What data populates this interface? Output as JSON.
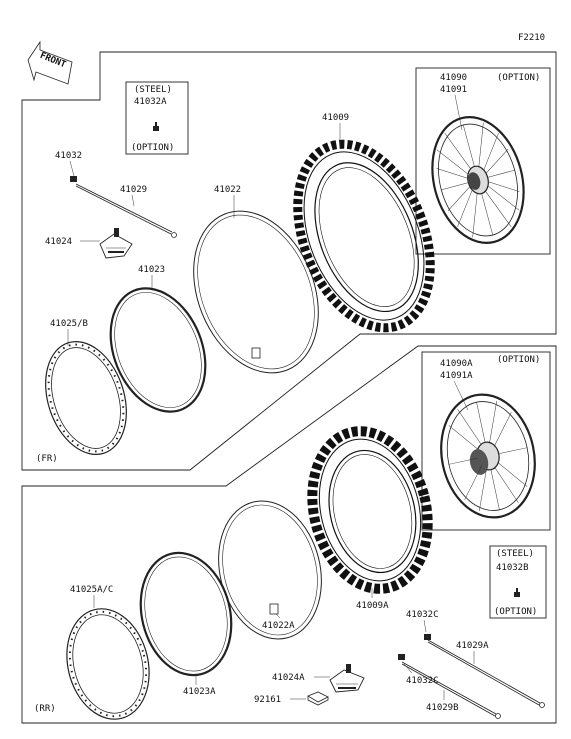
{
  "figure_code": "F2210",
  "front_arrow_label": "FRONT",
  "front_section": {
    "section_label": "(FR)",
    "steel_box": {
      "top": "(STEEL)",
      "part": "41032A",
      "bottom": "(OPTION)"
    },
    "wheel_option": {
      "part1": "41090",
      "part2": "41091",
      "option": "(OPTION)"
    },
    "parts": {
      "tire": "41009",
      "valve": "41032",
      "spoke": "41029",
      "tube": "41022",
      "rim_lock": "41024",
      "rim_band": "41023",
      "rim": "41025/B"
    }
  },
  "rear_section": {
    "section_label": "(RR)",
    "steel_box": {
      "top": "(STEEL)",
      "part": "41032B",
      "bottom": "(OPTION)"
    },
    "wheel_option": {
      "part1": "41090A",
      "part2": "41091A",
      "option": "(OPTION)"
    },
    "parts": {
      "tire": "41009A",
      "tube": "41022A",
      "rim": "41025A/C",
      "rim_band": "41023A",
      "rim_lock": "41024A",
      "nut": "92161",
      "valve_upper": "41032C",
      "valve_lower": "41032C",
      "spoke_upper": "41029A",
      "spoke_lower": "41029B"
    }
  }
}
